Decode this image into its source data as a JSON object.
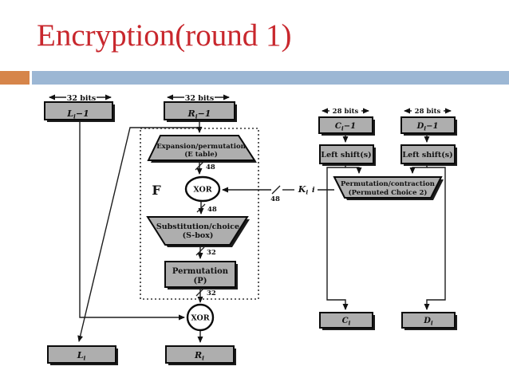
{
  "slide": {
    "title": "Encryption(round 1)",
    "title_color": "#c8272d",
    "accent_orange": "#d6854a",
    "accent_blue": "#9cb7d4"
  },
  "figure": {
    "round": {
      "bits_l": "32 bits",
      "bits_r": "32 bits",
      "l_prev": {
        "main": "L",
        "sub": "i",
        "rest": "−1"
      },
      "r_prev": {
        "main": "R",
        "sub": "i",
        "rest": "−1"
      },
      "f_label": "F",
      "expansion_line1": "Expansion/permutation",
      "expansion_line2": "(E table)",
      "xor_top": "XOR",
      "sbox_line1": "Substitution/choice",
      "sbox_line2": "(S-box)",
      "perm_line1": "Permutation",
      "perm_line2": "(P)",
      "xor_bottom": "XOR",
      "w_exp_out": "48",
      "w_key_in": "48",
      "w_xor_out": "48",
      "w_sbox_out": "32",
      "w_perm_out": "32",
      "l_out": {
        "main": "L",
        "sub": "i"
      },
      "r_out": {
        "main": "R",
        "sub": "i"
      }
    },
    "key": {
      "bits_c": "28 bits",
      "bits_d": "28 bits",
      "c_prev": {
        "main": "C",
        "sub": "i",
        "rest": "−1"
      },
      "d_prev": {
        "main": "D",
        "sub": "i",
        "rest": "−1"
      },
      "shift_l": "Left shift(s)",
      "shift_r": "Left shift(s)",
      "pc2_line1": "Permutation/contraction",
      "pc2_line2": "(Permuted Choice 2)",
      "c_out": {
        "main": "C",
        "sub": "i"
      },
      "d_out": {
        "main": "D",
        "sub": "i"
      }
    },
    "k_label": {
      "main": "K",
      "sub": "i"
    },
    "i_stub": "i"
  }
}
